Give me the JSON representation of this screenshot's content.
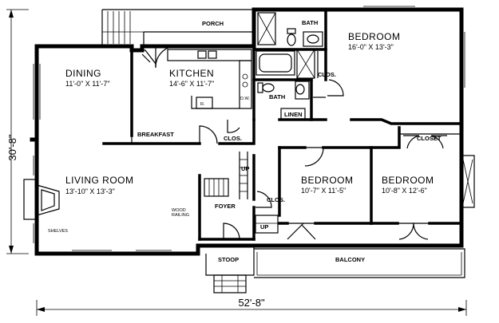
{
  "labels": {
    "porch": "PORCH",
    "bath_top": "BATH",
    "bedroom_master": "BEDROOM",
    "bedroom_master_dim": "16'-0\" X 13'-3\"",
    "dining": "DINING",
    "dining_dim": "11'-0\" X 11'-7\"",
    "kitchen": "KITCHEN",
    "kitchen_dim": "14'-6\" X 11'-7\"",
    "refrigerator": "R.",
    "dishwasher": "D.W.",
    "bath_mid": "BATH",
    "clos_master": "CLOS.",
    "linen": "LINEN",
    "breakfast": "BREAKFAST",
    "clos_hall": "CLOS.",
    "closet_right": "CLOSET",
    "up_hall": "UP",
    "living_room": "LIVING ROOM",
    "living_dim": "13'-10\" X 13'-3\"",
    "bedroom_2": "BEDROOM",
    "bedroom_2_dim": "10'-7\" X 11'-5\"",
    "bedroom_3": "BEDROOM",
    "bedroom_3_dim": "10'-8\" X 12'-6\"",
    "clos_bed2": "CLOS.",
    "foyer": "FOYER",
    "wood_railing": "WOOD\nRAILING",
    "shelves": "SHELVES",
    "up_foyer": "UP",
    "stoop": "STOOP",
    "balcony": "BALCONY",
    "overall_depth": "30'-8\"",
    "overall_width": "52'-8\""
  }
}
